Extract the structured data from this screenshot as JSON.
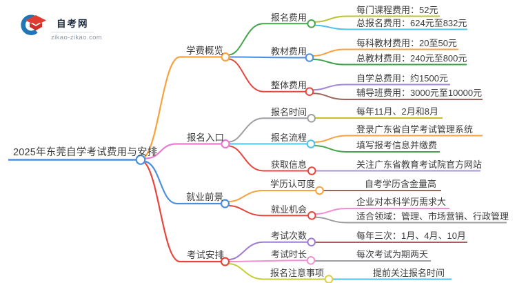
{
  "logo": {
    "title": "自考网",
    "domain": "zikao-zikao.com"
  },
  "root": {
    "label": "2025年东莞自学考试费用与安排",
    "color": "#4b8fdc"
  },
  "branches": [
    {
      "label": "学费概览",
      "color": "#f9a13c",
      "children": [
        {
          "label": "报名费用",
          "color": "#44a54b",
          "children": [
            {
              "label": "每门课程费用：52元",
              "color": "#b8c32e"
            },
            {
              "label": "总报名费用：624元至832元",
              "color": "#4cc1e8"
            }
          ]
        },
        {
          "label": "教材费用",
          "color": "#4b8fdc",
          "children": [
            {
              "label": "每科教材费用：20至50元",
              "color": "#f9a13c"
            },
            {
              "label": "总教材费用：240元至800元",
              "color": "#3da34a"
            }
          ]
        },
        {
          "label": "整体费用",
          "color": "#e7453c",
          "children": [
            {
              "label": "自学总费用：约1500元",
              "color": "#a186d6"
            },
            {
              "label": "辅导班费用：3000元至10000元",
              "color": "#9b655a"
            }
          ]
        }
      ]
    },
    {
      "label": "报名入口",
      "color": "#e87ad0",
      "children": [
        {
          "label": "报名时间",
          "color": "#9c9ea1",
          "children": [
            {
              "label": "每年11月、2月和8月",
              "color": "#ccbc2a"
            }
          ]
        },
        {
          "label": "报名流程",
          "color": "#4cc1e8",
          "children": [
            {
              "label": "登录广东省自学考试管理系统",
              "color": "#f9a13c"
            },
            {
              "label": "填写报考信息并缴费",
              "color": "#44a54b"
            }
          ]
        },
        {
          "label": "获取信息",
          "color": "#e7453c",
          "children": [
            {
              "label": "关注广东省教育考试院官方网站",
              "color": "#a98fd8"
            }
          ]
        }
      ]
    },
    {
      "label": "就业前景",
      "color": "#4b8fdc",
      "children": [
        {
          "label": "学历认可度",
          "color": "#f9a13c",
          "children": [
            {
              "label": "自考学历含金量高",
              "color": "#9b655a"
            }
          ]
        },
        {
          "label": "就业机会",
          "color": "#e7453c",
          "children": [
            {
              "label": "企业对本科学历需求大",
              "color": "#f18fd1"
            },
            {
              "label": "适合领域：管理、市场营销、行政管理",
              "color": "#9c9ea1"
            }
          ]
        }
      ]
    },
    {
      "label": "考试安排",
      "color": "#e7453c",
      "children": [
        {
          "label": "考试次数",
          "color": "#9e7bd3",
          "children": [
            {
              "label": "每年三次：1月、4月、10月",
              "color": "#a75d5a"
            }
          ]
        },
        {
          "label": "考试时长",
          "color": "#f18fd1",
          "children": [
            {
              "label": "每次考试为期两天",
              "color": "#9c9ea1"
            }
          ]
        },
        {
          "label": "报名注意事项",
          "color": "#c6ce33",
          "children": [
            {
              "label": "提前关注报名时间",
              "color": "#4cc1e8"
            }
          ]
        }
      ]
    }
  ]
}
